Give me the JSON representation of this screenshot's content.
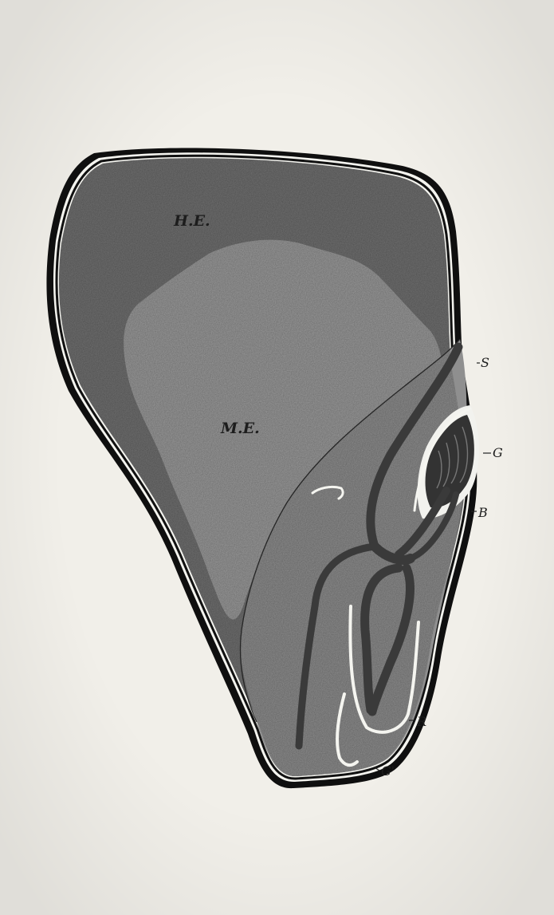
{
  "figure": {
    "labels": {
      "he": "H.E.",
      "me": "M.E.",
      "s": "S",
      "g": "G",
      "b": "B",
      "r": "R",
      "g_prime": "G'"
    },
    "colors": {
      "paper": "#f1efe9",
      "outline": "#111111",
      "dark_region": "#6f6f6f",
      "medium_region": "#9a9a9a",
      "light_region": "#acaaaa",
      "strands": "#3a3a3a",
      "white_gaps": "#f6f6f2"
    }
  }
}
